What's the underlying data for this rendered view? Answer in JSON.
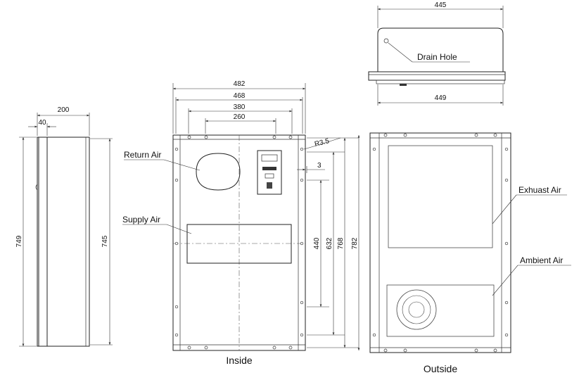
{
  "dimensions": {
    "side_depth": "200",
    "side_flange": "40",
    "side_height_outer": "749",
    "side_height_inner": "745",
    "top_width": "445",
    "top_base_width": "449",
    "front_w1": "482",
    "front_w2": "468",
    "front_w3": "380",
    "front_w4": "260",
    "radius": "R3.5",
    "edge_offset": "3",
    "h_440": "440",
    "h_632": "632",
    "h_768": "768",
    "h_782": "782"
  },
  "labels": {
    "drain_hole": "Drain Hole",
    "return_air": "Return Air",
    "supply_air": "Supply Air",
    "exhaust_air": "Exhuast Air",
    "ambient_air": "Ambient Air"
  },
  "captions": {
    "inside": "Inside",
    "outside": "Outside"
  }
}
